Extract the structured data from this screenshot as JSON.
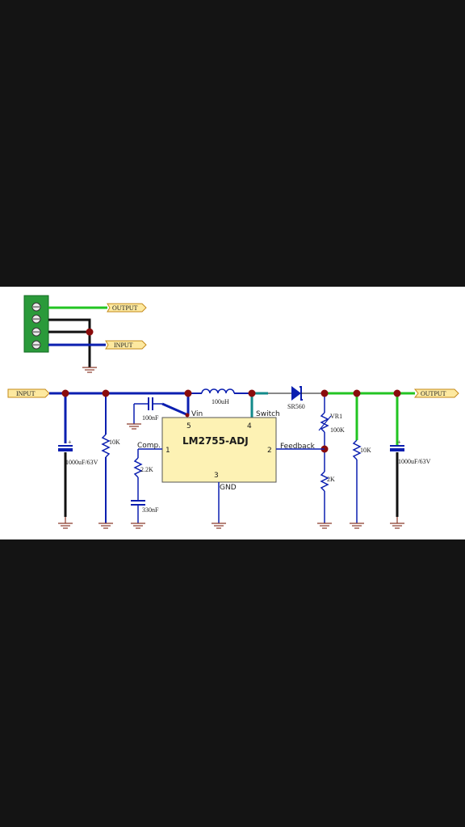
{
  "colors": {
    "background": "#141414",
    "panel": "#ffffff",
    "wire_blue": "#0b1fb0",
    "wire_green": "#22c422",
    "wire_teal": "#128a8a",
    "wire_black": "#111111",
    "node": "#8a0c0c",
    "chip_fill": "#fdf2b4",
    "terminal_block": "#2a9a3a",
    "port_fill": "#fde9a0"
  },
  "terminal": {
    "output_label": "OUTPUT",
    "input_label": "INPUT"
  },
  "ports": {
    "input": "INPUT",
    "output": "OUTPUT"
  },
  "chip": {
    "name": "LM2755-ADJ",
    "pin1_num": "1",
    "pin1_name": "Comp.",
    "pin2_num": "2",
    "pin2_name": "Feedback",
    "pin3_num": "3",
    "pin3_name": "GND",
    "pin4_num": "4",
    "pin4_name": "Switch",
    "pin5_num": "5",
    "pin5_name": "Vin"
  },
  "components": {
    "c_in": "1000uF/63V",
    "r_in": "10K",
    "c_vin": "100nF",
    "inductor": "100uH",
    "diode": "SR560",
    "r_comp": "2.2K",
    "c_comp": "330nF",
    "vr_name": "VR1",
    "vr_value": "100K",
    "r_fb": "2K",
    "r_out": "10K",
    "c_out": "1000uF/63V"
  }
}
